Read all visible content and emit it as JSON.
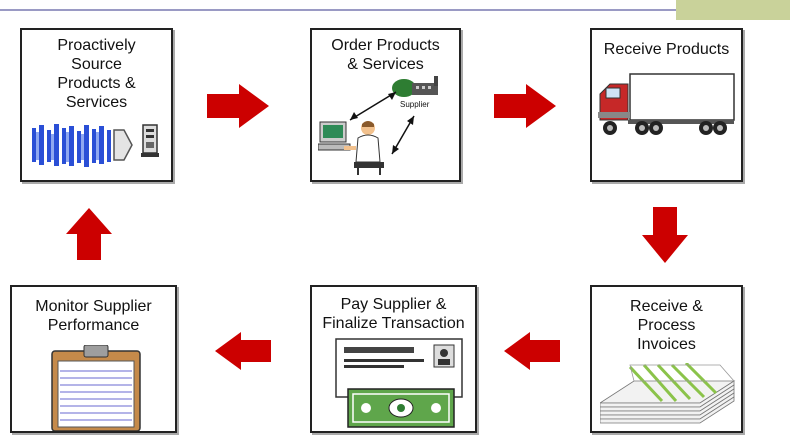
{
  "steps": [
    {
      "label": "Proactively\nSource\nProducts &\nServices"
    },
    {
      "label": "Order Products\n& Services",
      "supplier_label": "Supplier"
    },
    {
      "label": "Receive Products"
    },
    {
      "label": "Receive &\nProcess\nInvoices"
    },
    {
      "label": "Pay Supplier &\nFinalize Transaction"
    },
    {
      "label": "Monitor Supplier\nPerformance"
    }
  ],
  "colors": {
    "arrow": "#cc0000",
    "topline": "#9a9ac4",
    "corner": "#c9d29a"
  }
}
